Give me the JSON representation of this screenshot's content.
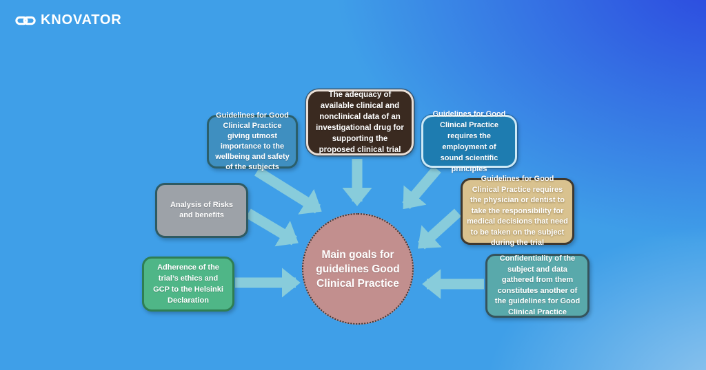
{
  "brand": {
    "name": "KNOVATOR",
    "icon": "chain-infinity-icon",
    "text_color": "#ffffff"
  },
  "diagram": {
    "center": {
      "text": "Main goals for guidelines Good Clinical Practice",
      "fill": "#c28f8e",
      "border_style": "dotted",
      "text_color": "#ffffff"
    },
    "nodes": [
      {
        "id": "wellbeing-safety",
        "text": "Guidelines for Good Clinical Practice giving utmost importance to the wellbeing and safety of the subjects",
        "fill": "#3f8fc0",
        "border": "#2b5f6b"
      },
      {
        "id": "data-adequacy",
        "text": "The adequacy of available clinical and nonclinical data of an investigational drug for supporting the proposed clinical trial",
        "fill": "#3a2a20",
        "border": "#eadfd6"
      },
      {
        "id": "scientific-principles",
        "text": "Guidelines for Good Clinical Practice requires the employment of sound scientific principles",
        "fill": "#1e7cb0",
        "border": "#cde9f6"
      },
      {
        "id": "risk-benefit",
        "text": "Analysis of Risks and benefits",
        "fill": "#9da2a8",
        "border": "#2f5a62"
      },
      {
        "id": "physician-responsibility",
        "text": "Guidelines for Good Clinical Practice requires the physician or dentist to take the responsibility for medical decisions that need to be taken on the subject during the trial",
        "fill": "#d9c28f",
        "border": "#3f382e"
      },
      {
        "id": "helsinki-adherence",
        "text": "Adherence of the trial’s ethics and GCP to the Helsinki Declaration",
        "fill": "#4fb687",
        "border": "#2f7e52"
      },
      {
        "id": "confidentiality",
        "text": "Confidentiality of the subject and data gathered from them constitutes another of the guidelines for Good Clinical Practice",
        "fill": "#59a9ab",
        "border": "#35545c"
      }
    ],
    "arrow_color": "#8fd0da",
    "background": {
      "base": "#3f9fe8",
      "top_right": "#2b44df",
      "bottom_right": "#96c8ee"
    }
  }
}
